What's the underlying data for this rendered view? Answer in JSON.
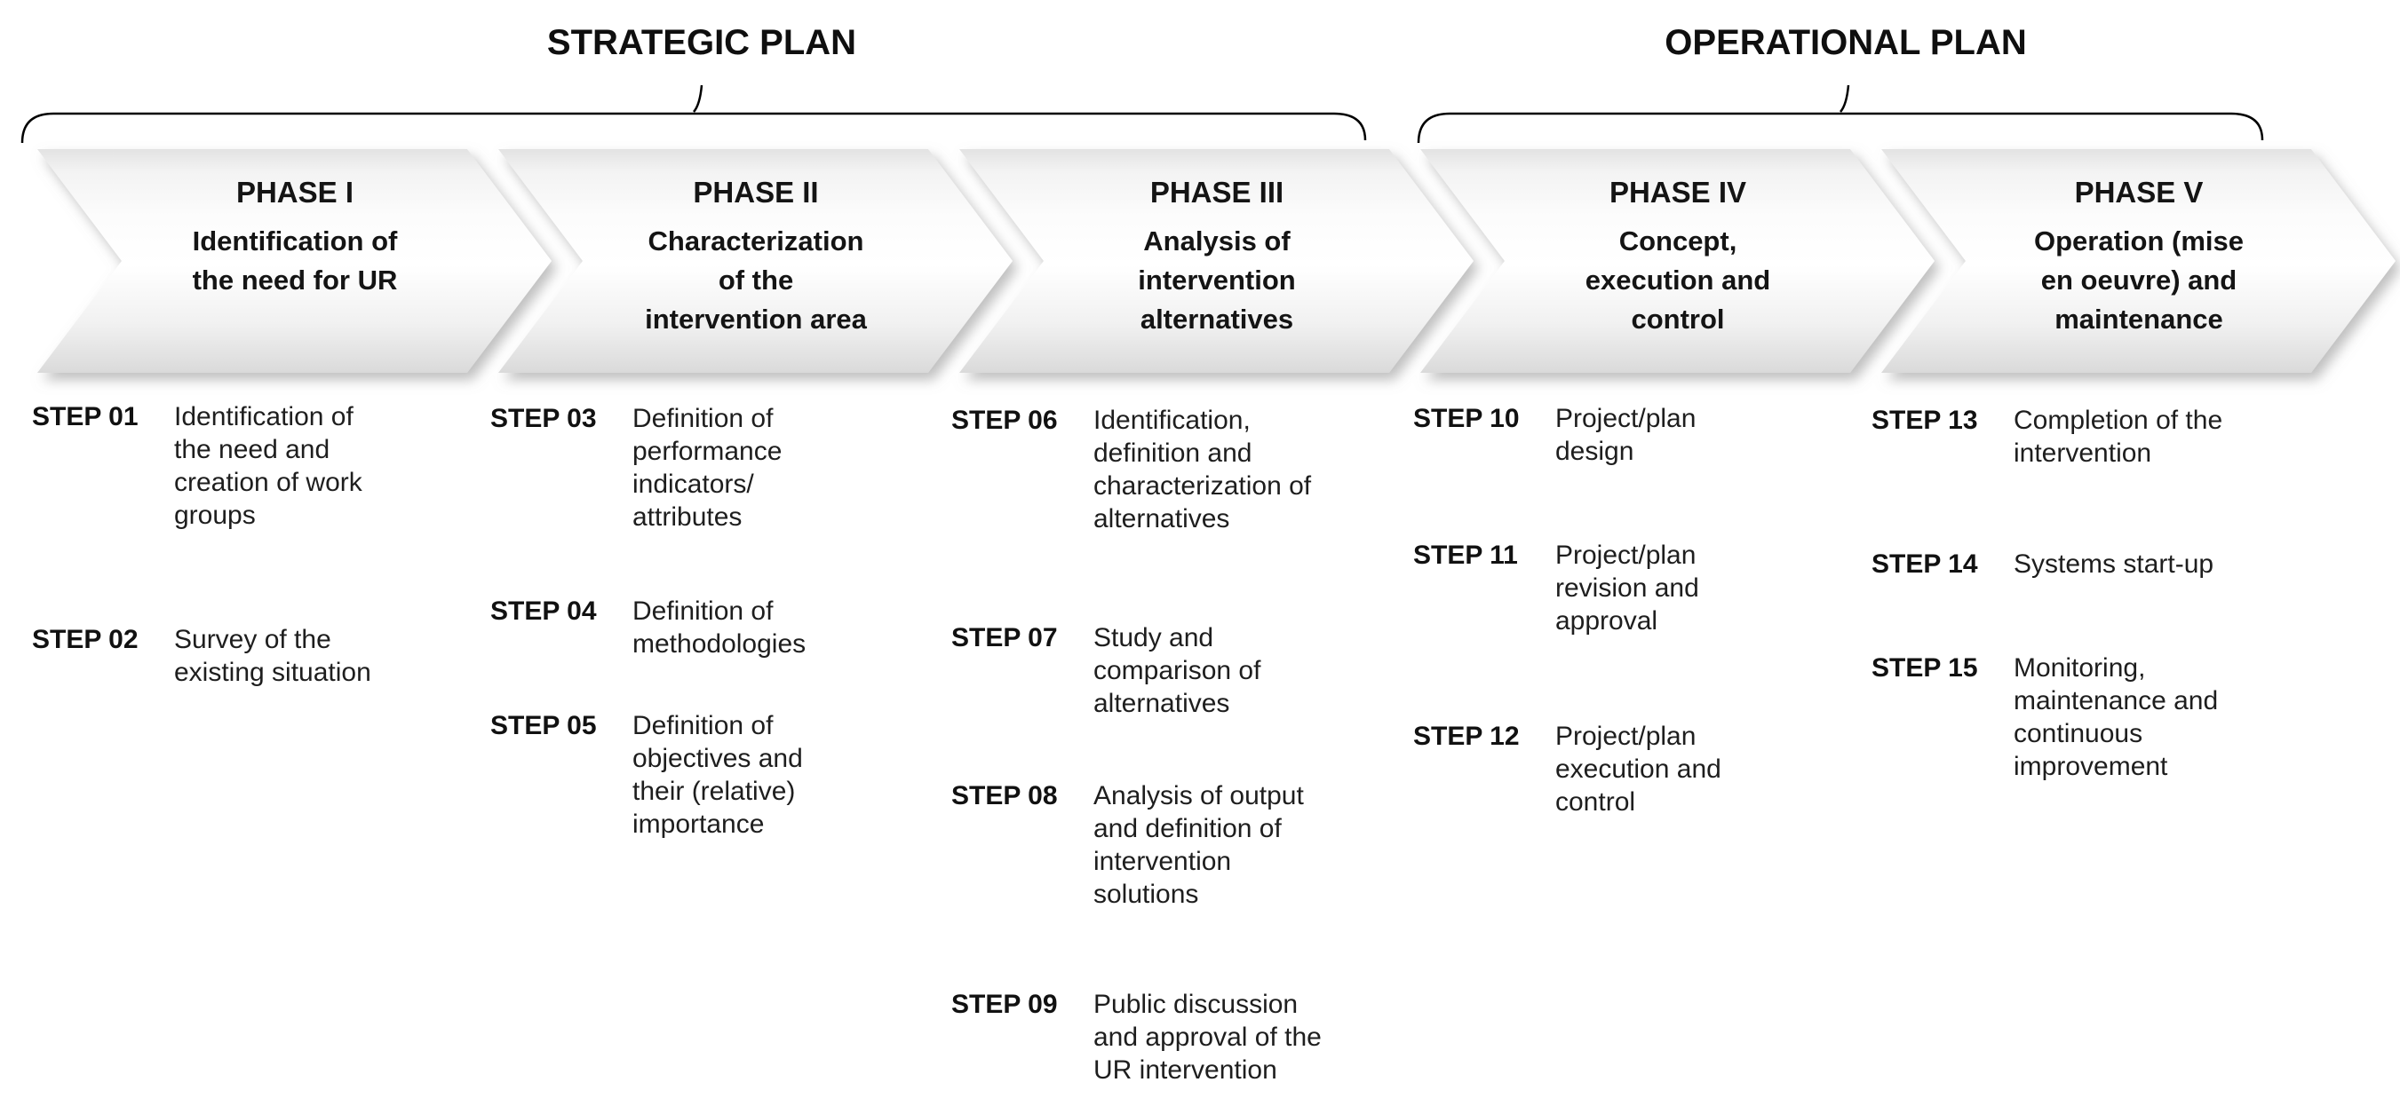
{
  "plans": [
    {
      "label": "STRATEGIC PLAN"
    },
    {
      "label": "OPERATIONAL PLAN"
    }
  ],
  "phases": [
    {
      "title": "PHASE I",
      "subtitle_lines": [
        "Identification of",
        "the need for UR"
      ]
    },
    {
      "title": "PHASE II",
      "subtitle_lines": [
        "Characterization",
        "of the",
        "intervention area"
      ]
    },
    {
      "title": "PHASE III",
      "subtitle_lines": [
        "Analysis of",
        "intervention",
        "alternatives"
      ]
    },
    {
      "title": "PHASE IV",
      "subtitle_lines": [
        "Concept,",
        "execution and",
        "control"
      ]
    },
    {
      "title": "PHASE V",
      "subtitle_lines": [
        "Operation (mise",
        "en oeuvre) and",
        "maintenance"
      ]
    }
  ],
  "steps": [
    {
      "label": "STEP 01",
      "description_lines": [
        "Identification of",
        "the need and",
        "creation of work",
        "groups"
      ]
    },
    {
      "label": "STEP 02",
      "description_lines": [
        "Survey of the",
        "existing situation"
      ]
    },
    {
      "label": "STEP 03",
      "description_lines": [
        "Definition of",
        "performance",
        "indicators/",
        "attributes"
      ]
    },
    {
      "label": "STEP 04",
      "description_lines": [
        "Definition of",
        "methodologies"
      ]
    },
    {
      "label": "STEP 05",
      "description_lines": [
        "Definition of",
        "objectives and",
        "their (relative)",
        "importance"
      ]
    },
    {
      "label": "STEP 06",
      "description_lines": [
        "Identification,",
        "definition and",
        "characterization of",
        "alternatives"
      ]
    },
    {
      "label": "STEP 07",
      "description_lines": [
        "Study and",
        "comparison of",
        "alternatives"
      ]
    },
    {
      "label": "STEP 08",
      "description_lines": [
        "Analysis of output",
        "and definition of",
        "intervention",
        "solutions"
      ]
    },
    {
      "label": "STEP 09",
      "description_lines": [
        "Public discussion",
        "and approval of the",
        "UR intervention"
      ]
    },
    {
      "label": "STEP 10",
      "description_lines": [
        "Project/plan",
        "design"
      ]
    },
    {
      "label": "STEP 11",
      "description_lines": [
        "Project/plan",
        "revision and",
        "approval"
      ]
    },
    {
      "label": "STEP 12",
      "description_lines": [
        "Project/plan",
        "execution and",
        "control"
      ]
    },
    {
      "label": "STEP 13",
      "description_lines": [
        "Completion of the",
        "intervention"
      ]
    },
    {
      "label": "STEP 14",
      "description_lines": [
        "Systems start-up"
      ]
    },
    {
      "label": "STEP 15",
      "description_lines": [
        "Monitoring,",
        "maintenance and",
        "continuous",
        "improvement"
      ]
    }
  ],
  "colors": {
    "chevron_top": "#e3e3e3",
    "chevron_mid": "#ffffff",
    "chevron_bottom": "#dadada",
    "line": "#000000",
    "text": "#1b1b1b"
  }
}
